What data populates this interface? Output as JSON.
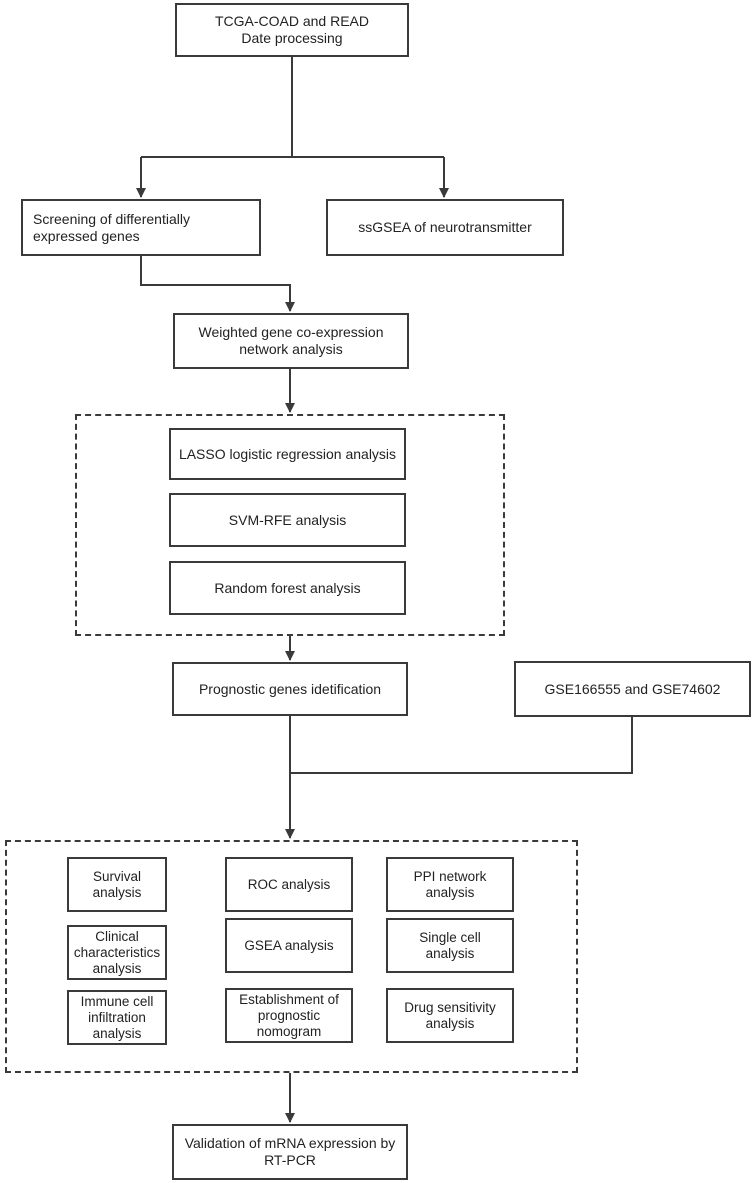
{
  "nodes": {
    "tcga": "TCGA-COAD and READ\nDate processing",
    "deg": "Screening of differentially\nexpressed genes",
    "ssgsea": "ssGSEA of neurotransmitter",
    "wgcna": "Weighted gene co-expression\nnetwork analysis",
    "lasso": "LASSO logistic regression analysis",
    "svm": "SVM-RFE analysis",
    "rf": "Random forest analysis",
    "prognostic": "Prognostic genes idetification",
    "gse": "GSE166555 and GSE74602",
    "survival": "Survival  analysis",
    "roc": "ROC analysis",
    "ppi": "PPI network\nanalysis",
    "clinical": "Clinical\ncharacteristics\nanalysis",
    "gsea": "GSEA analysis",
    "single": "Single cell\nanalysis",
    "immune": "Immune cell\ninfiltration\nanalysis",
    "nomogram": "Establishment of\nprognostic\nnomogram",
    "drug": "Drug sensitivity\nanalysis",
    "validation": "Validation of mRNA expression by\nRT-PCR"
  }
}
